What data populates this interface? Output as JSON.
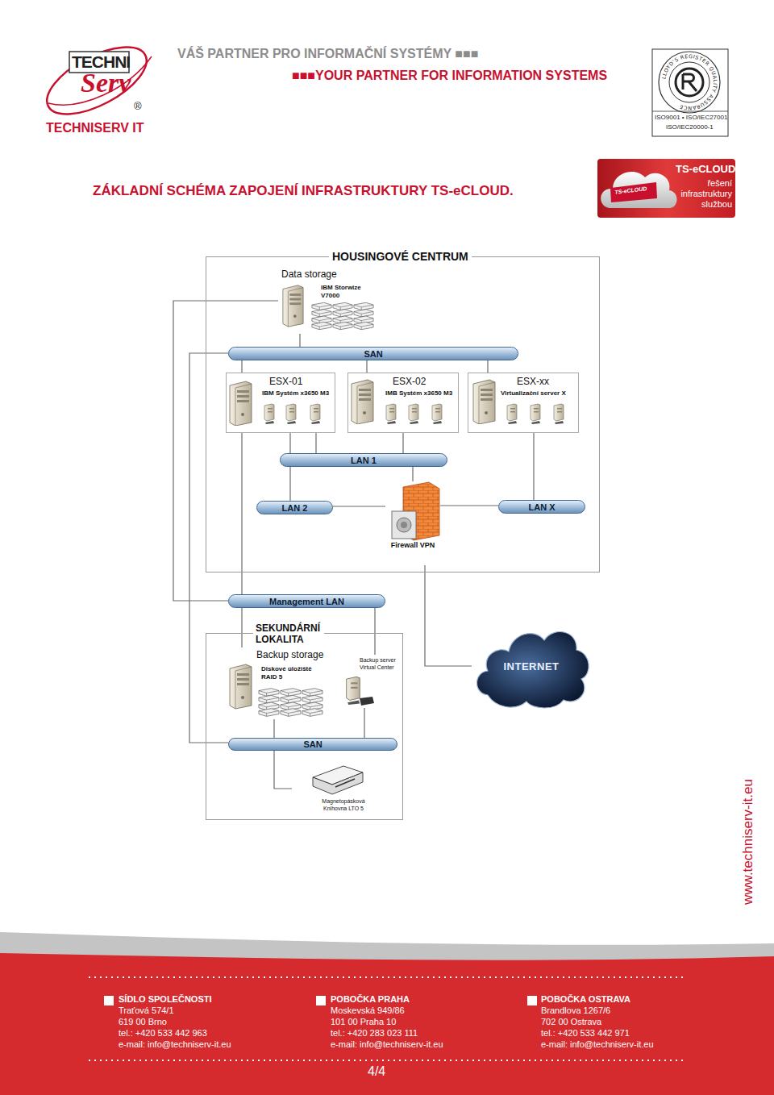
{
  "diagram": {
    "title": "ZÁKLADNÍ SCHÉMA ZAPOJENÍ INFRASTRUKTURY TS-eCLOUD.",
    "nodes": [
      {
        "text": [
          "HOUSINGOVÉ CENTRUM"
        ]
      },
      {
        "text": [
          "Data storage",
          "IBM Storwize V7000"
        ],
        "in": 0
      },
      {
        "text": [
          "SAN"
        ],
        "in": 0
      },
      {
        "text": [
          "ESX-01",
          "IBM Systém x3650 M3"
        ],
        "in": 0
      },
      {
        "text": [
          "ESX-02",
          "IMB Systém x3650 M3"
        ],
        "in": 0
      },
      {
        "text": [
          "ESX-xx",
          "Virtualizační server X"
        ],
        "in": 0
      },
      {
        "text": [
          "LAN 1"
        ],
        "in": 0
      },
      {
        "text": [
          "LAN 2"
        ],
        "in": 0
      },
      {
        "text": [
          "LAN X"
        ],
        "in": 0
      },
      {
        "text": [
          "Firewall VPN"
        ],
        "in": 0
      },
      {
        "text": [
          "Management LAN"
        ]
      },
      {
        "text": [
          "SEKUNDÁRNÍ LOKALITA"
        ]
      },
      {
        "text": [
          "Backup storage",
          "Diskové úložiště RAID 5"
        ],
        "in": 11
      },
      {
        "text": [
          "Backup server Virtual Center"
        ],
        "in": 11
      },
      {
        "text": [
          "SAN"
        ],
        "in": 11
      },
      {
        "text": [
          "Magnetopásková Knihovna LTO 5"
        ],
        "in": 11
      },
      {
        "text": [
          "INTERNET"
        ]
      }
    ],
    "edges": [
      {
        "from": 1,
        "to": 2,
        "arrow": "none"
      },
      {
        "from": 2,
        "to": 3,
        "arrow": "none"
      },
      {
        "from": 2,
        "to": 4,
        "arrow": "none"
      },
      {
        "from": 2,
        "to": 5,
        "arrow": "none"
      },
      {
        "from": 3,
        "to": 6,
        "arrow": "none"
      },
      {
        "from": 4,
        "to": 6,
        "arrow": "none"
      },
      {
        "from": 3,
        "to": 7,
        "arrow": "none"
      },
      {
        "from": 5,
        "to": 8,
        "arrow": "none"
      },
      {
        "from": 6,
        "to": 9,
        "arrow": "none"
      },
      {
        "from": 7,
        "to": 9,
        "arrow": "none"
      },
      {
        "from": 8,
        "to": 9,
        "arrow": "none"
      },
      {
        "from": 9,
        "to": 16,
        "arrow": "none"
      },
      {
        "from": 3,
        "to": 10,
        "arrow": "none"
      },
      {
        "from": 1,
        "to": 10,
        "arrow": "none"
      },
      {
        "from": 2,
        "to": 14,
        "arrow": "none"
      },
      {
        "from": 10,
        "to": 12,
        "arrow": "none"
      },
      {
        "from": 10,
        "to": 13,
        "arrow": "none"
      },
      {
        "from": 12,
        "to": 14,
        "arrow": "none"
      },
      {
        "from": 13,
        "to": 14,
        "arrow": "none"
      },
      {
        "from": 14,
        "to": 15,
        "arrow": "none"
      }
    ],
    "labels": [
      "TECHNI",
      "Serv",
      "®",
      "TECHNISERV IT",
      "VÁŠ PARTNER PRO INFORMAČNÍ SYSTÉMY ■■■",
      "■■■YOUR PARTNER FOR INFORMATION SYSTEMS",
      "LLOYD'S REGISTER QUALITY ASSURANCE",
      "ISO9001 • ISO/IEC27001",
      "ISO/IEC20000-1",
      "TS-eCLOUD",
      "řešení infrastruktury službou",
      "TS-eCLOUD",
      "www.techniserv-it.eu",
      "SÍDLO SPOLEČNOSTI",
      "Traťová 574/1",
      "619 00 Brno",
      "tel.: +420 533 442 963",
      "e-mail: info@techniserv-it.eu",
      "POBOČKA PRAHA",
      "Moskevská 949/86",
      "101 00 Praha 10",
      "tel.: +420 283 023 111",
      "e-mail: info@techniserv-it.eu",
      "POBOČKA OSTRAVA",
      "Brandlova 1267/6",
      "702 00 Ostrava",
      "tel.: +420 533 442 971",
      "e-mail: info@techniserv-it.eu",
      "4/4"
    ]
  }
}
